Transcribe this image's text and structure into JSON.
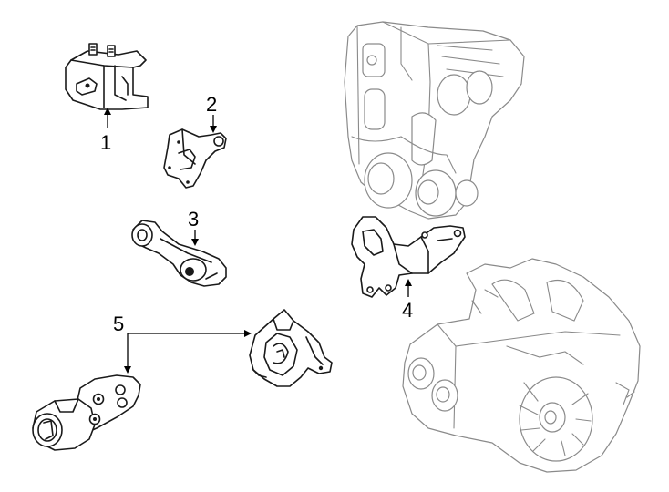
{
  "callouts": [
    {
      "id": "1",
      "label": "1"
    },
    {
      "id": "2",
      "label": "2"
    },
    {
      "id": "3",
      "label": "3"
    },
    {
      "id": "4",
      "label": "4"
    },
    {
      "id": "5",
      "label": "5"
    }
  ],
  "colors": {
    "ink": "#1a1a1a",
    "engine_ghost": "#8a8a8a",
    "background": "#ffffff"
  }
}
